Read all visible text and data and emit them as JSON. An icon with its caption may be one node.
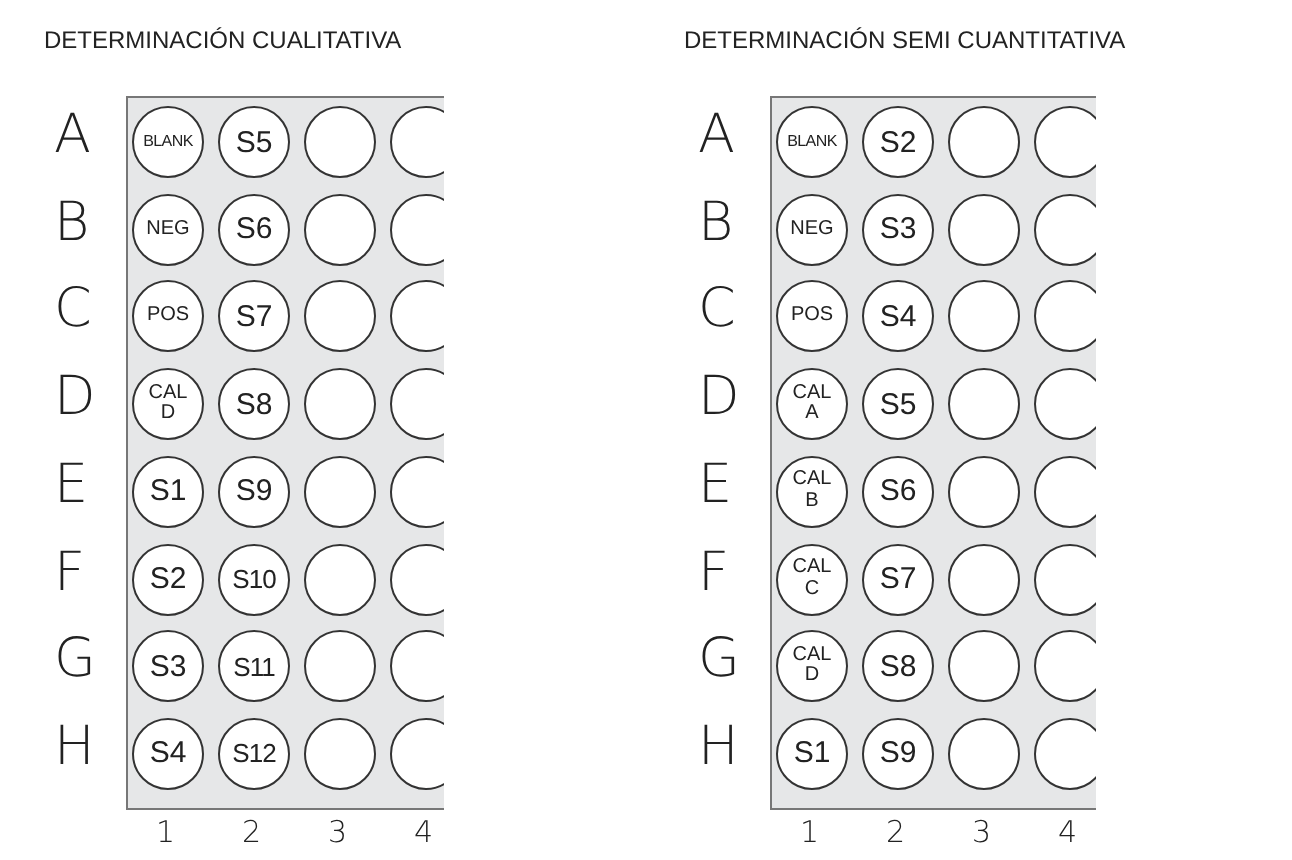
{
  "diagram": {
    "nodes": [
      {
        "text": [
          "DETERMINACIÓN CUALITATIVA"
        ]
      },
      {
        "text": [
          "BLANK"
        ],
        "in": 0
      },
      {
        "text": [
          "S5"
        ],
        "in": 0
      },
      {
        "text": [],
        "shape": "circle",
        "in": 0
      },
      {
        "text": [],
        "shape": "circle",
        "in": 0
      },
      {
        "text": [
          "NEG"
        ],
        "in": 0
      },
      {
        "text": [
          "S6"
        ],
        "in": 0
      },
      {
        "text": [],
        "shape": "circle",
        "in": 0
      },
      {
        "text": [],
        "shape": "circle",
        "in": 0
      },
      {
        "text": [
          "POS"
        ],
        "in": 0
      },
      {
        "text": [
          "S7"
        ],
        "in": 0
      },
      {
        "text": [],
        "shape": "circle",
        "in": 0
      },
      {
        "text": [],
        "shape": "circle",
        "in": 0
      },
      {
        "text": [
          "CAL D"
        ],
        "in": 0
      },
      {
        "text": [
          "S8"
        ],
        "in": 0
      },
      {
        "text": [],
        "shape": "circle",
        "in": 0
      },
      {
        "text": [],
        "shape": "circle",
        "in": 0
      },
      {
        "text": [
          "S1"
        ],
        "in": 0
      },
      {
        "text": [
          "S9"
        ],
        "in": 0
      },
      {
        "text": [],
        "shape": "circle",
        "in": 0
      },
      {
        "text": [],
        "shape": "circle",
        "in": 0
      },
      {
        "text": [
          "S2"
        ],
        "in": 0
      },
      {
        "text": [
          "S10"
        ],
        "in": 0
      },
      {
        "text": [],
        "shape": "circle",
        "in": 0
      },
      {
        "text": [],
        "shape": "circle",
        "in": 0
      },
      {
        "text": [
          "S3"
        ],
        "in": 0
      },
      {
        "text": [
          "S11"
        ],
        "in": 0
      },
      {
        "text": [],
        "shape": "circle",
        "in": 0
      },
      {
        "text": [],
        "shape": "circle",
        "in": 0
      },
      {
        "text": [
          "S4"
        ],
        "in": 0
      },
      {
        "text": [
          "S12"
        ],
        "in": 0
      },
      {
        "text": [],
        "shape": "circle",
        "in": 0
      },
      {
        "text": [],
        "shape": "circle",
        "in": 0
      },
      {
        "text": [
          "DETERMINACIÓN SEMI CUANTITATIVA"
        ]
      },
      {
        "text": [
          "BLANK"
        ],
        "in": 33
      },
      {
        "text": [
          "S2"
        ],
        "in": 33
      },
      {
        "text": [],
        "shape": "circle",
        "in": 33
      },
      {
        "text": [],
        "shape": "circle",
        "in": 33
      },
      {
        "text": [
          "NEG"
        ],
        "in": 33
      },
      {
        "text": [
          "S3"
        ],
        "in": 33
      },
      {
        "text": [],
        "shape": "circle",
        "in": 33
      },
      {
        "text": [],
        "shape": "circle",
        "in": 33
      },
      {
        "text": [
          "POS"
        ],
        "in": 33
      },
      {
        "text": [
          "S4"
        ],
        "in": 33
      },
      {
        "text": [],
        "shape": "circle",
        "in": 33
      },
      {
        "text": [],
        "shape": "circle",
        "in": 33
      },
      {
        "text": [
          "CAL A"
        ],
        "in": 33
      },
      {
        "text": [
          "S5"
        ],
        "in": 33
      },
      {
        "text": [],
        "shape": "circle",
        "in": 33
      },
      {
        "text": [],
        "shape": "circle",
        "in": 33
      },
      {
        "text": [
          "CAL B"
        ],
        "in": 33
      },
      {
        "text": [
          "S6"
        ],
        "in": 33
      },
      {
        "text": [],
        "shape": "circle",
        "in": 33
      },
      {
        "text": [],
        "shape": "circle",
        "in": 33
      },
      {
        "text": [
          "CAL C"
        ],
        "in": 33
      },
      {
        "text": [
          "S7"
        ],
        "in": 33
      },
      {
        "text": [],
        "shape": "circle",
        "in": 33
      },
      {
        "text": [],
        "shape": "circle",
        "in": 33
      },
      {
        "text": [
          "CAL D"
        ],
        "in": 33
      },
      {
        "text": [
          "S8"
        ],
        "in": 33
      },
      {
        "text": [],
        "shape": "circle",
        "in": 33
      },
      {
        "text": [],
        "shape": "circle",
        "in": 33
      },
      {
        "text": [
          "S1"
        ],
        "in": 33
      },
      {
        "text": [
          "S9"
        ],
        "in": 33
      },
      {
        "text": [],
        "shape": "circle",
        "in": 33
      },
      {
        "text": [],
        "shape": "circle",
        "in": 33
      }
    ],
    "labels": [
      "A",
      "B",
      "C",
      "D",
      "E",
      "F",
      "G",
      "H",
      "1",
      "2",
      "3",
      "4",
      "A",
      "B",
      "C",
      "D",
      "E",
      "F",
      "G",
      "H",
      "1",
      "2",
      "3",
      "4"
    ]
  }
}
